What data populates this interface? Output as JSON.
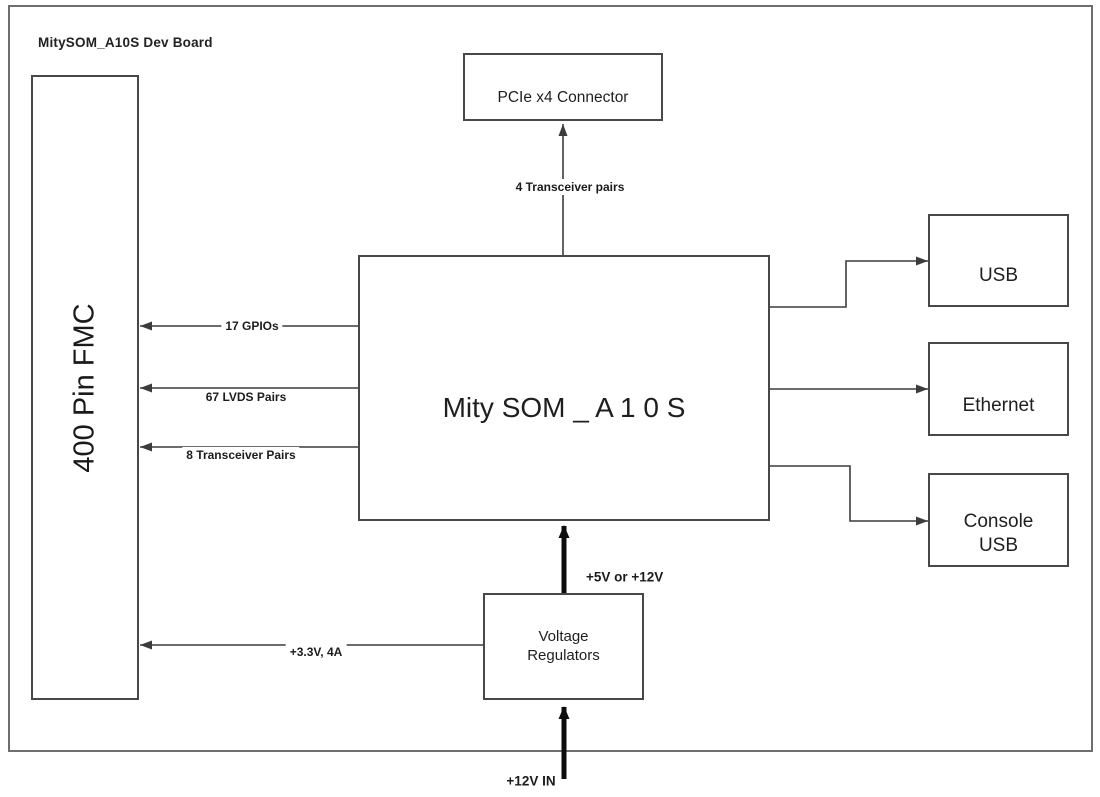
{
  "title": "MitySOM_A10S Dev Board",
  "blocks": {
    "fmc": "400 Pin FMC",
    "pcie": "PCIe x4 Connector",
    "som": "Mity SOM _ A 1 0 S",
    "usb": "USB",
    "ethernet": "Ethernet",
    "console_usb": "Console USB",
    "voltage_regulators": "Voltage Regulators"
  },
  "connector_labels": {
    "pcie": "4 Transceiver pairs",
    "gpio": "17 GPIOs",
    "lvds": "67 LVDS Pairs",
    "transceiver": "8 Transceiver Pairs",
    "power_som": "+5V or +12V",
    "power_fmc": "+3.3V, 4A",
    "power_in": "+12V IN"
  },
  "colors": {
    "line": "#3c3c3c",
    "block_border": "#484848",
    "board_border": "#6e6e6e",
    "thick_arrow": "#0d0d0d",
    "text": "#1f1f1f",
    "background": "#ffffff"
  }
}
